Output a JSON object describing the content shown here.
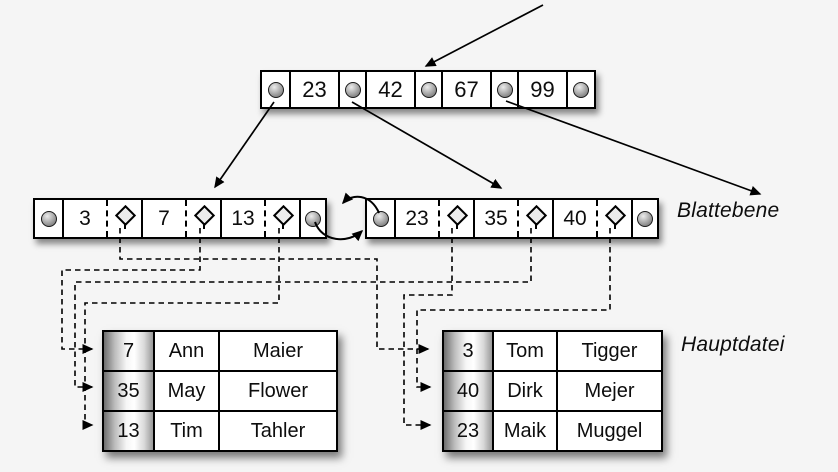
{
  "diagram": {
    "type": "b-plus-tree-index",
    "root_node": {
      "keys": [
        "23",
        "42",
        "67",
        "99"
      ]
    },
    "leaf_level": {
      "label": "Blattebene",
      "left_leaf": {
        "keys": [
          "3",
          "7",
          "13"
        ]
      },
      "right_leaf": {
        "keys": [
          "23",
          "35",
          "40"
        ]
      }
    },
    "main_file": {
      "label": "Hauptdatei",
      "left_table": {
        "rows": [
          {
            "key": "7",
            "first_name": "Ann",
            "last_name": "Maier"
          },
          {
            "key": "35",
            "first_name": "May",
            "last_name": "Flower"
          },
          {
            "key": "13",
            "first_name": "Tim",
            "last_name": "Tahler"
          }
        ]
      },
      "right_table": {
        "rows": [
          {
            "key": "3",
            "first_name": "Tom",
            "last_name": "Tigger"
          },
          {
            "key": "40",
            "first_name": "Dirk",
            "last_name": "Mejer"
          },
          {
            "key": "23",
            "first_name": "Maik",
            "last_name": "Muggel"
          }
        ]
      }
    },
    "icons": {
      "pointer_circle": "filled-circle",
      "record_pointer": "diamond-pin",
      "arrowhead": "solid-triangle"
    },
    "colors": {
      "background": "#f5f5f5",
      "node_fill": "#ffffff",
      "line": "#000000",
      "key_column_gradient": [
        "#6e6e6e",
        "#ffffff",
        "#999999"
      ]
    }
  }
}
